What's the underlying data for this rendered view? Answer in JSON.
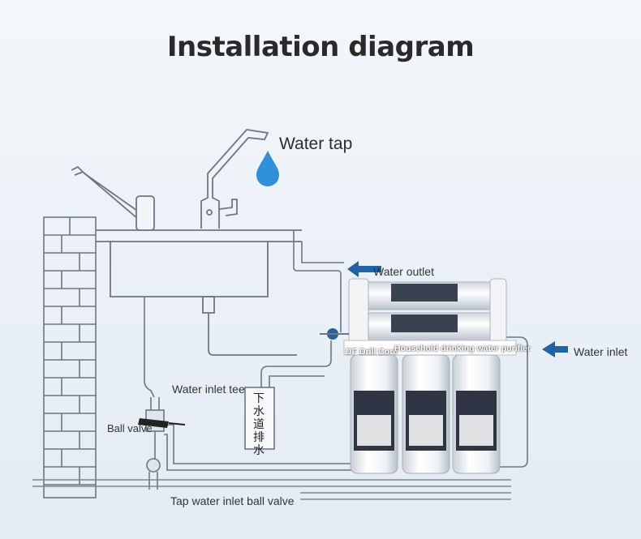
{
  "title": "Installation diagram",
  "labels": {
    "water_tap": "Water tap",
    "water_outlet": "Water outlet",
    "water_inlet": "Water inlet",
    "water_inlet_tee": "Water inlet tee",
    "ball_valve": "Ball valve",
    "tap_water_inlet_ball_valve": "Tap water inlet ball valve",
    "drain": "下水道排水",
    "df_drill_core": "DF Drill Core",
    "purifier": "Household drinking water purifier"
  },
  "colors": {
    "arrow_blue": "#1f64a8",
    "drop_blue": "#2f8fd8",
    "line": "#8a96a3"
  }
}
